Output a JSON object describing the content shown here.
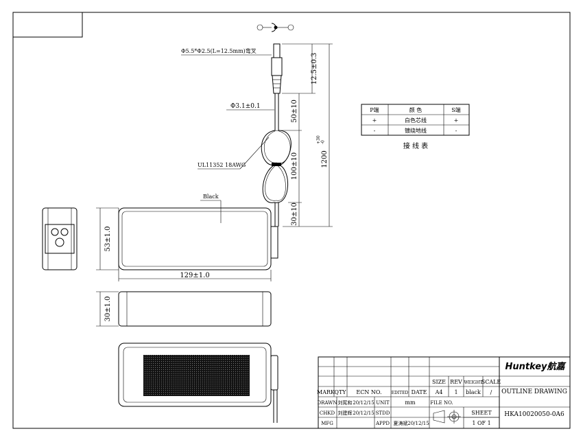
{
  "title_block": {
    "brand": "Huntkey航嘉",
    "drawing_title": "OUTLINE DRAWING",
    "drawing_no": "HKA10020050-0A6",
    "headers": {
      "mark": "MARK",
      "qty": "QTY",
      "ecn": "ECN NO.",
      "edited": "EDITED",
      "date": "DATE",
      "size": "SIZE",
      "rev": "REV",
      "weight": "WEIGHT",
      "scale": "SCALE",
      "drawn": "DRAWN",
      "chkd": "CHKD",
      "mfg": "MFG",
      "unit": "UNIT",
      "stdd": "STDD",
      "appd": "APPD",
      "file_no": "FILE NO.",
      "sheet": "SHEET"
    },
    "values": {
      "size": "A4",
      "rev": "1",
      "weight": "black",
      "scale": "/",
      "drawn_by": "刘宪和",
      "drawn_date": "20/12/15",
      "chkd_by": "刘建辉",
      "chkd_date": "20/12/15",
      "appd_by": "夏涛斌",
      "appd_date": "20/12/15",
      "unit": "mm",
      "sheet": "1 OF 1"
    }
  },
  "callouts": {
    "plug": "Φ5.5*Φ2.5(L=12.5mm)弯叉",
    "cable_dia": "Φ3.1±0.1",
    "cable_spec": "UL11352 18AWG",
    "body_color": "Black"
  },
  "dimensions": {
    "plug_len": "12.5±0.3",
    "seg1": "50±10",
    "seg2": "100±10",
    "seg3": "30±10",
    "cable_total": "1200",
    "cable_tol": "+30\n-0",
    "width": "129±1.0",
    "height": "53±1.0",
    "thick": "30±1.0"
  },
  "wiring_table": {
    "headers": [
      "P端",
      "颜 色",
      "S端"
    ],
    "rows": [
      [
        "+",
        "白色芯线",
        "+"
      ],
      [
        "-",
        "镀绕地线",
        "-"
      ]
    ],
    "caption": "接 线 表"
  }
}
